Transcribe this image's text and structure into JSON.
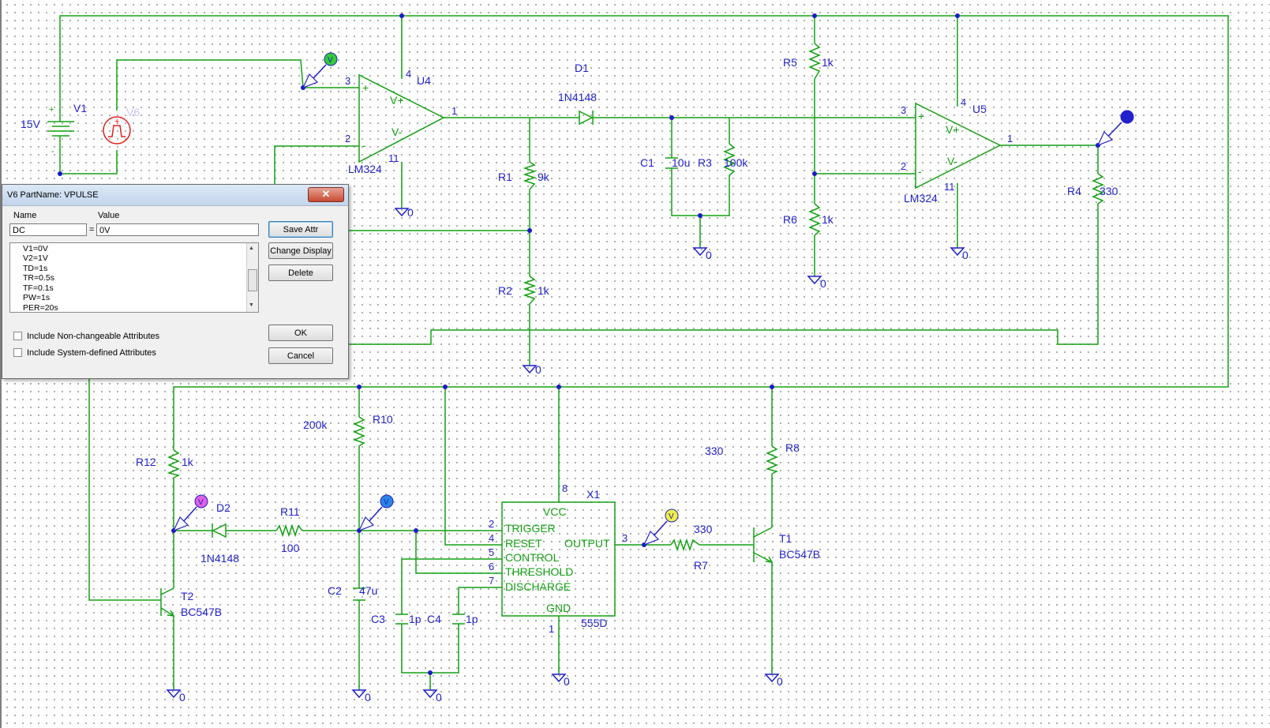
{
  "schematic": {
    "components": {
      "v1": {
        "name": "V1",
        "value": "15V",
        "plus": "+",
        "minus": "-"
      },
      "v6": {
        "name": "V6",
        "plus": "+"
      },
      "u4": {
        "name": "U4",
        "part": "LM324",
        "pin_in_plus": "3",
        "pin_in_minus": "2",
        "pin_vplus": "4",
        "pin_vminus": "11",
        "pin_out": "1",
        "vplus_label": "V+",
        "vminus_label": "V-",
        "plus_sign": "+",
        "minus_sign": "-"
      },
      "u5": {
        "name": "U5",
        "part": "LM324",
        "pin_in_plus": "3",
        "pin_in_minus": "2",
        "pin_vplus": "4",
        "pin_vminus": "11",
        "pin_out": "1",
        "vplus_label": "V+",
        "vminus_label": "V-",
        "plus_sign": "+",
        "minus_sign": "-"
      },
      "d1": {
        "name": "D1",
        "part": "1N4148"
      },
      "d2": {
        "name": "D2",
        "part": "1N4148"
      },
      "c1": {
        "name": "C1",
        "value": "10u"
      },
      "c2": {
        "name": "C2",
        "value": "47u"
      },
      "c3": {
        "name": "C3",
        "value": "1p"
      },
      "c4": {
        "name": "C4",
        "value": "1p"
      },
      "r1": {
        "name": "R1",
        "value": "9k"
      },
      "r2": {
        "name": "R2",
        "value": "1k"
      },
      "r3": {
        "name": "R3",
        "value": "100k"
      },
      "r4": {
        "name": "R4",
        "value": "330"
      },
      "r5": {
        "name": "R5",
        "value": "1k"
      },
      "r6": {
        "name": "R6",
        "value": "1k"
      },
      "r7": {
        "name": "R7",
        "value": "330"
      },
      "r8": {
        "name": "R8",
        "value": "330"
      },
      "r10": {
        "name": "R10",
        "value": "200k"
      },
      "r11": {
        "name": "R11",
        "value": "100"
      },
      "r12": {
        "name": "R12",
        "value": "1k"
      },
      "t1": {
        "name": "T1",
        "part": "BC547B"
      },
      "t2": {
        "name": "T2",
        "part": "BC547B"
      },
      "x1": {
        "name": "X1",
        "part": "555D",
        "pin_vcc": "8",
        "pin_gnd": "1",
        "pin_out": "3",
        "vcc": "VCC",
        "gnd": "GND",
        "output": "OUTPUT",
        "pins": [
          {
            "num": "2",
            "label": "TRIGGER"
          },
          {
            "num": "4",
            "label": "RESET"
          },
          {
            "num": "5",
            "label": "CONTROL"
          },
          {
            "num": "6",
            "label": "THRESHOLD"
          },
          {
            "num": "7",
            "label": "DISCHARGE"
          }
        ]
      }
    },
    "ground_label": "0",
    "probe_label": "V",
    "probe_colors": {
      "green": "#33cc33",
      "blue": "#2a86e0",
      "magenta": "#e060e0",
      "yellow": "#f0f040",
      "navy": "#2222cc"
    },
    "colors": {
      "wire": "#13a113",
      "label": "#1f1fcc",
      "source": "#e02020"
    }
  },
  "dialog": {
    "title": "V6   PartName: VPULSE",
    "close_glyph": "✕",
    "name_header": "Name",
    "value_header": "Value",
    "name_value": "DC",
    "equals": "=",
    "value_value": "0V",
    "attributes": [
      "V1=0V",
      "V2=1V",
      "TD=1s",
      "TR=0.5s",
      "TF=0.1s",
      "PW=1s",
      "PER=20s"
    ],
    "buttons": {
      "save_attr": "Save Attr",
      "change_display": "Change Display",
      "delete": "Delete",
      "ok": "OK",
      "cancel": "Cancel"
    },
    "checkboxes": {
      "non_changeable": "Include Non-changeable Attributes",
      "system_defined": "Include System-defined Attributes"
    },
    "scroll_up": "▲",
    "scroll_down": "▼"
  }
}
